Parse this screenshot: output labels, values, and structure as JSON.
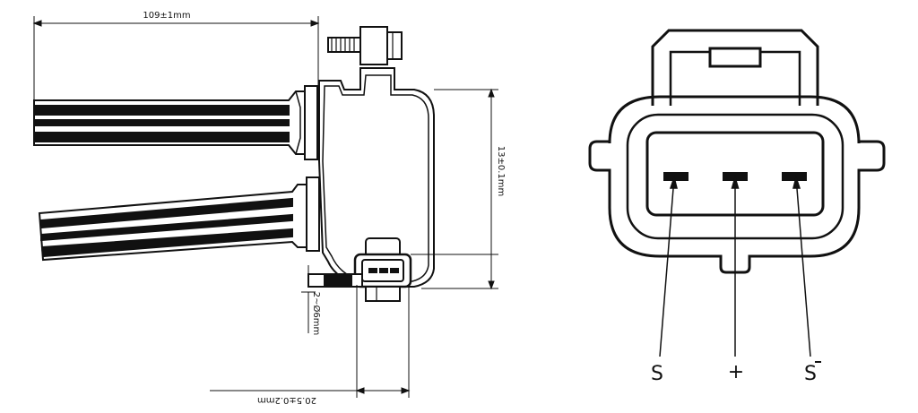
{
  "dimensions": {
    "length": "109±1mm",
    "height": "13±0.1mm",
    "hole": "2~Ø6mm",
    "width": "20.5±0.2mm"
  },
  "pins": {
    "left": "S",
    "middle": "+",
    "right": "S"
  },
  "colors": {
    "line": "#111111",
    "background": "#ffffff"
  }
}
